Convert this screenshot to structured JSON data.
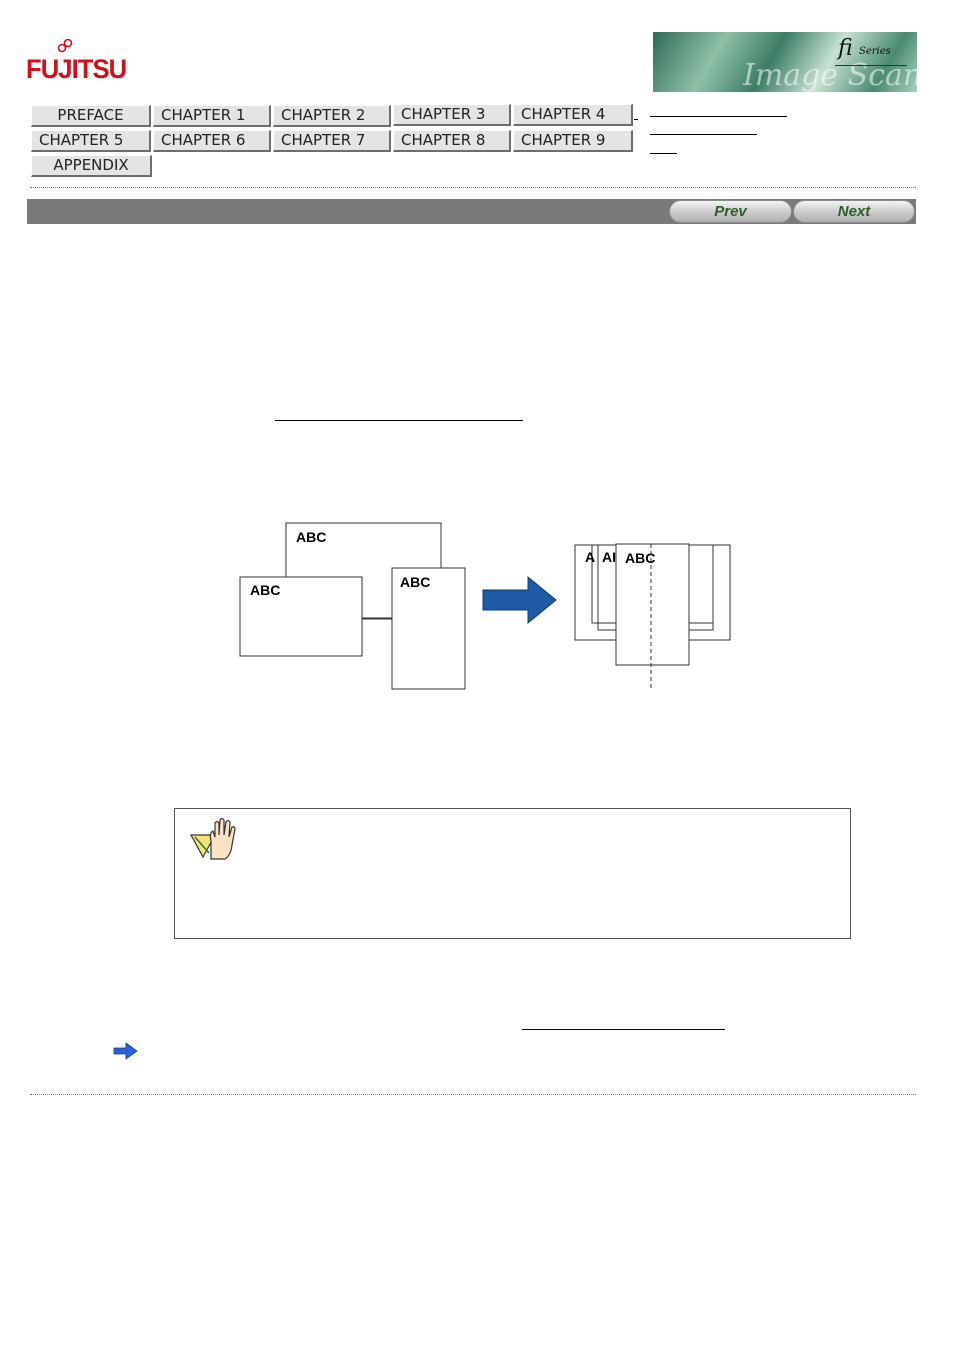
{
  "brand": {
    "logo_text": "FUJITSU",
    "logo_color": "#d0101c",
    "banner_series_mark": "fi",
    "banner_series_word": "Series",
    "banner_product_text": "Image Scanner"
  },
  "nav": {
    "row1": [
      "PREFACE",
      "CHAPTER 1",
      "CHAPTER 2",
      "CHAPTER 3",
      "CHAPTER 4"
    ],
    "row2": [
      "CHAPTER 5",
      "CHAPTER 6",
      "CHAPTER 7",
      "CHAPTER 8",
      "CHAPTER 9"
    ],
    "row3": [
      "APPENDIX"
    ]
  },
  "pager": {
    "prev_label": "Prev",
    "next_label": "Next",
    "label_color": "#2d5e2a"
  },
  "diagram": {
    "label": "ABC",
    "arrow_color": "#1f5aa6",
    "arrow_direction": "right"
  },
  "attention": {
    "icon": "attention-hand-icon"
  },
  "see_also": {
    "icon": "blue-arrow-icon"
  }
}
